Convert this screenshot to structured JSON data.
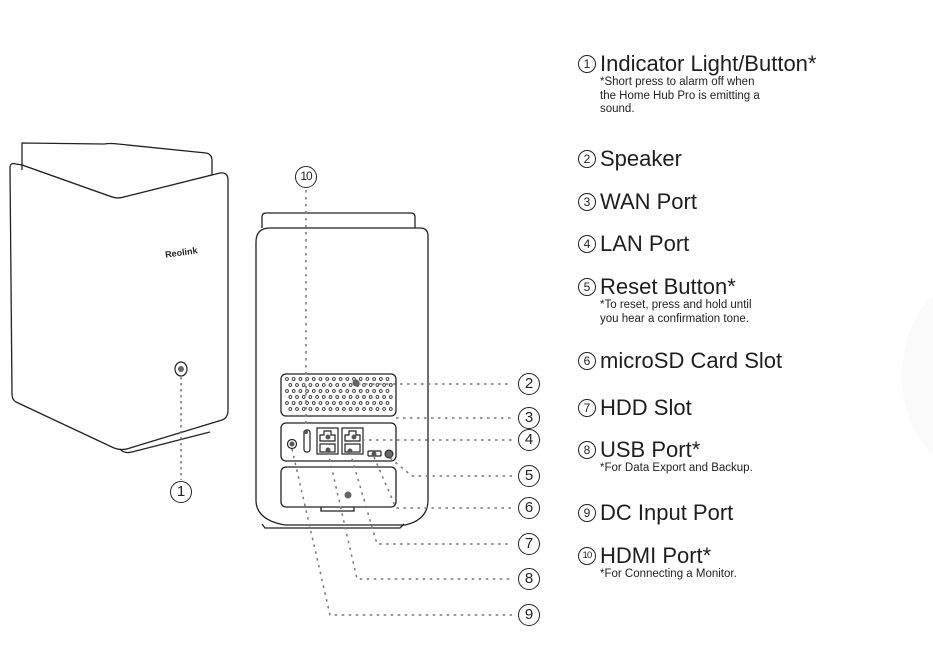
{
  "figure": {
    "brand_label": "Reolink",
    "front_view_callouts": [
      "1"
    ],
    "rear_view_callouts": [
      "2",
      "3",
      "4",
      "5",
      "6",
      "7",
      "8",
      "9",
      "10"
    ]
  },
  "legend": {
    "items": [
      {
        "number": "1",
        "title": "Indicator Light/Button*",
        "note": [
          "*Short press to alarm off when",
          "the Home Hub Pro is emitting a",
          "sound."
        ]
      },
      {
        "number": "2",
        "title": "Speaker",
        "note": []
      },
      {
        "number": "3",
        "title": "WAN Port",
        "note": []
      },
      {
        "number": "4",
        "title": "LAN Port",
        "note": []
      },
      {
        "number": "5",
        "title": "Reset Button*",
        "note": [
          "*To reset, press and hold until",
          "you hear a confirmation tone."
        ]
      },
      {
        "number": "6",
        "title": "microSD Card Slot",
        "note": []
      },
      {
        "number": "7",
        "title": "HDD Slot",
        "note": []
      },
      {
        "number": "8",
        "title": "USB Port*",
        "note": [
          "*For Data Export and Backup."
        ]
      },
      {
        "number": "9",
        "title": "DC Input Port",
        "note": []
      },
      {
        "number": "10",
        "title": "HDMI Port*",
        "note": [
          "*For Connecting a Monitor."
        ]
      }
    ]
  },
  "colors": {
    "line": "#222222",
    "dot": "#666666",
    "background": "#ffffff"
  }
}
